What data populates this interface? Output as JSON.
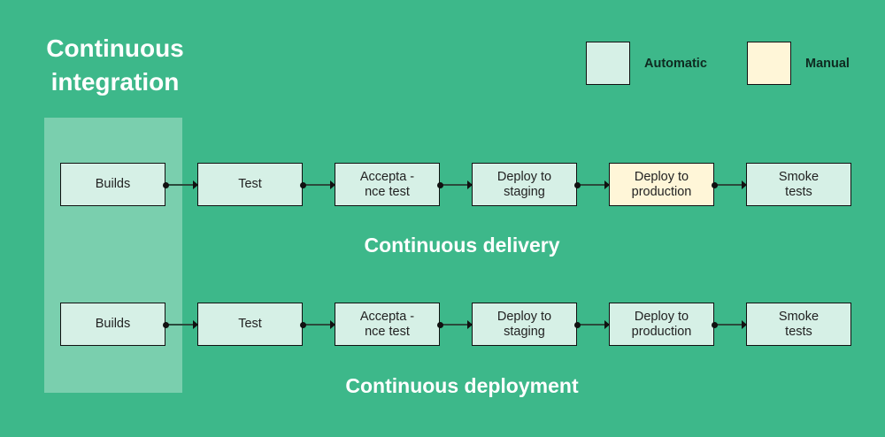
{
  "colors": {
    "background": "#3db88a",
    "ci_panel": "#7acfae",
    "automatic": "#d6f0e6",
    "manual": "#fff6d8"
  },
  "ci_title": "Continuous\nintegration",
  "legend": [
    {
      "label": "Automatic",
      "type": "automatic"
    },
    {
      "label": "Manual",
      "type": "manual"
    }
  ],
  "rows": [
    {
      "title": "Continuous delivery",
      "stages": [
        {
          "label": "Builds",
          "type": "automatic"
        },
        {
          "label": "Test",
          "type": "automatic"
        },
        {
          "label": "Accepta -\nnce test",
          "type": "automatic"
        },
        {
          "label": "Deploy to\nstaging",
          "type": "automatic"
        },
        {
          "label": "Deploy to\nproduction",
          "type": "manual"
        },
        {
          "label": "Smoke\ntests",
          "type": "automatic"
        }
      ]
    },
    {
      "title": "Continuous deployment",
      "stages": [
        {
          "label": "Builds",
          "type": "automatic"
        },
        {
          "label": "Test",
          "type": "automatic"
        },
        {
          "label": "Accepta -\nnce test",
          "type": "automatic"
        },
        {
          "label": "Deploy to\nstaging",
          "type": "automatic"
        },
        {
          "label": "Deploy to\nproduction",
          "type": "automatic"
        },
        {
          "label": "Smoke\ntests",
          "type": "automatic"
        }
      ]
    }
  ]
}
